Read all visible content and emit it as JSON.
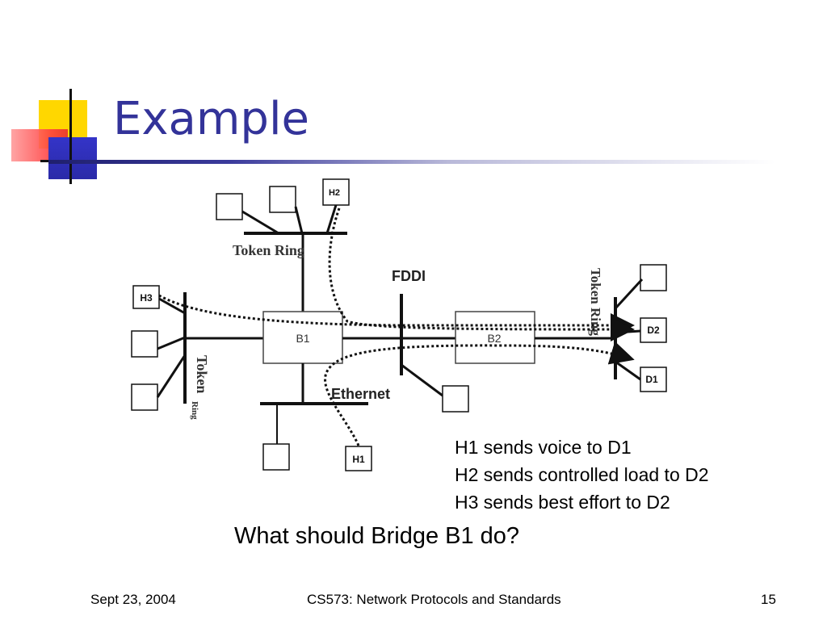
{
  "slide": {
    "title": "Example"
  },
  "diagram": {
    "labels": {
      "token_ring_top": "Token Ring",
      "token_ring_left_token": "Token",
      "token_ring_left_ring": "Ring",
      "token_ring_right": "Token Ring",
      "fddi": "FDDI",
      "ethernet": "Ethernet",
      "bridge_b1": "B1",
      "bridge_b2": "B2",
      "host_h1": "H1",
      "host_h2": "H2",
      "host_h3": "H3",
      "dest_d1": "D1",
      "dest_d2": "D2"
    }
  },
  "notes": [
    "H1 sends voice to D1",
    "H2 sends controlled load to D2",
    "H3 sends best effort to D2"
  ],
  "question": "What should Bridge B1 do?",
  "footer": {
    "date": "Sept 23, 2004",
    "course": "CS573: Network Protocols and Standards",
    "page": "15"
  },
  "colors": {
    "title": "#333399",
    "accent_yellow": "#ffd700",
    "accent_red": "#ff3b3b",
    "accent_blue": "#3333cc"
  }
}
